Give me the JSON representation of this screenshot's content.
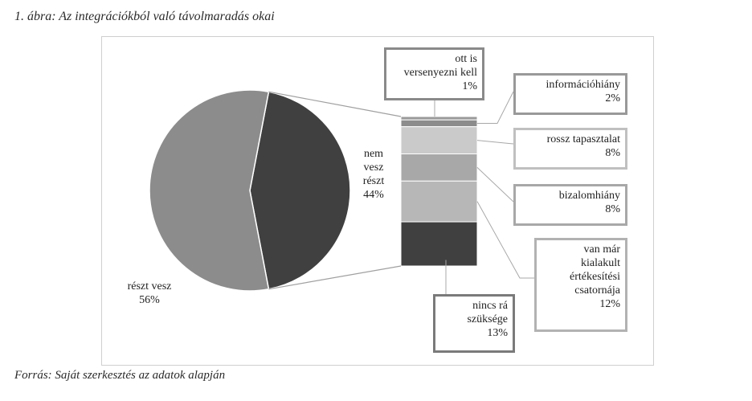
{
  "figure": {
    "title": "1. ábra: Az integrációkból való távolmaradás okai",
    "source": "Forrás: Saját szerkesztés az adatok alapján"
  },
  "chart_data": {
    "type": "bar-of-pie",
    "pie": {
      "slices": [
        {
          "label_lines": [
            "nem",
            "vesz",
            "részt"
          ],
          "value": 44,
          "value_text": "44%",
          "color": "#404040"
        },
        {
          "label_lines": [
            "részt vesz"
          ],
          "value": 56,
          "value_text": "56%",
          "color": "#8c8c8c"
        }
      ]
    },
    "bar": {
      "segments": [
        {
          "label_lines": [
            "ott is",
            "versenyezni kell"
          ],
          "value": 1,
          "value_text": "1%",
          "color": "#9a9a9a"
        },
        {
          "label_lines": [
            "információhiány"
          ],
          "value": 2,
          "value_text": "2%",
          "color": "#8c8c8c"
        },
        {
          "label_lines": [
            "rossz tapasztalat"
          ],
          "value": 8,
          "value_text": "8%",
          "color": "#cacaca"
        },
        {
          "label_lines": [
            "bizalomhiány"
          ],
          "value": 8,
          "value_text": "8%",
          "color": "#a8a8a8"
        },
        {
          "label_lines": [
            "van már",
            "kialakult",
            "értékesítési",
            "csatornája"
          ],
          "value": 12,
          "value_text": "12%",
          "color": "#b7b7b7"
        },
        {
          "label_lines": [
            "nincs rá",
            "szüksége"
          ],
          "value": 13,
          "value_text": "13%",
          "color": "#404040"
        }
      ]
    }
  }
}
